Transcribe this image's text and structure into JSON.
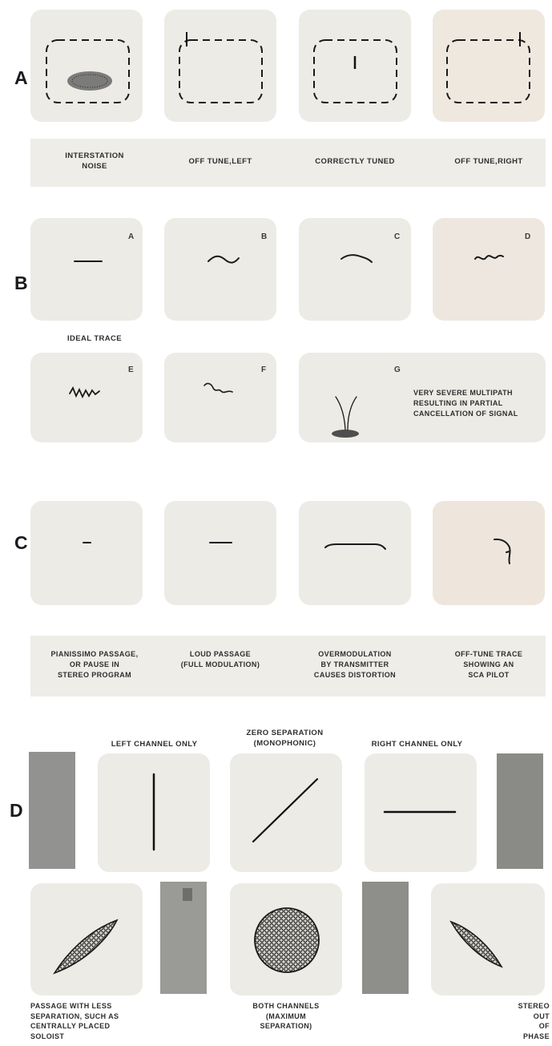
{
  "sections": {
    "a": {
      "label": "A",
      "captions": [
        "INTERSTATION\nNOISE",
        "OFF TUNE,LEFT",
        "CORRECTLY TUNED",
        "OFF TUNE,RIGHT"
      ]
    },
    "b": {
      "label": "B",
      "panel_letters": [
        "A",
        "B",
        "C",
        "D",
        "E",
        "F",
        "G"
      ],
      "ideal_caption": "IDEAL TRACE",
      "multipath_caption": "VERY SEVERE MULTIPATH\nRESULTING IN PARTIAL\nCANCELLATION OF SIGNAL"
    },
    "c": {
      "label": "C",
      "captions": [
        "PIANISSIMO PASSAGE,\nOR PAUSE IN\nSTEREO PROGRAM",
        "LOUD PASSAGE\n(FULL MODULATION)",
        "OVERMODULATION\nBY TRANSMITTER\nCAUSES DISTORTION",
        "OFF-TUNE TRACE\nSHOWING AN\nSCA PILOT"
      ]
    },
    "d": {
      "label": "D",
      "top_captions": [
        "LEFT CHANNEL ONLY",
        "ZERO SEPARATION\n(MONOPHONIC)",
        "RIGHT CHANNEL ONLY"
      ],
      "bottom_captions": [
        "PASSAGE WITH LESS\nSEPARATION, SUCH AS\nCENTRALLY PLACED\nSOLOIST",
        "BOTH CHANNELS\n(MAXIMUM\nSEPARATION)",
        "STEREO\nOUT\nOF\nPHASE"
      ]
    }
  },
  "colors": {
    "panel": "#ecebe6",
    "trace": "#1a1a1a",
    "gray_bar": "#8e8e8a"
  }
}
